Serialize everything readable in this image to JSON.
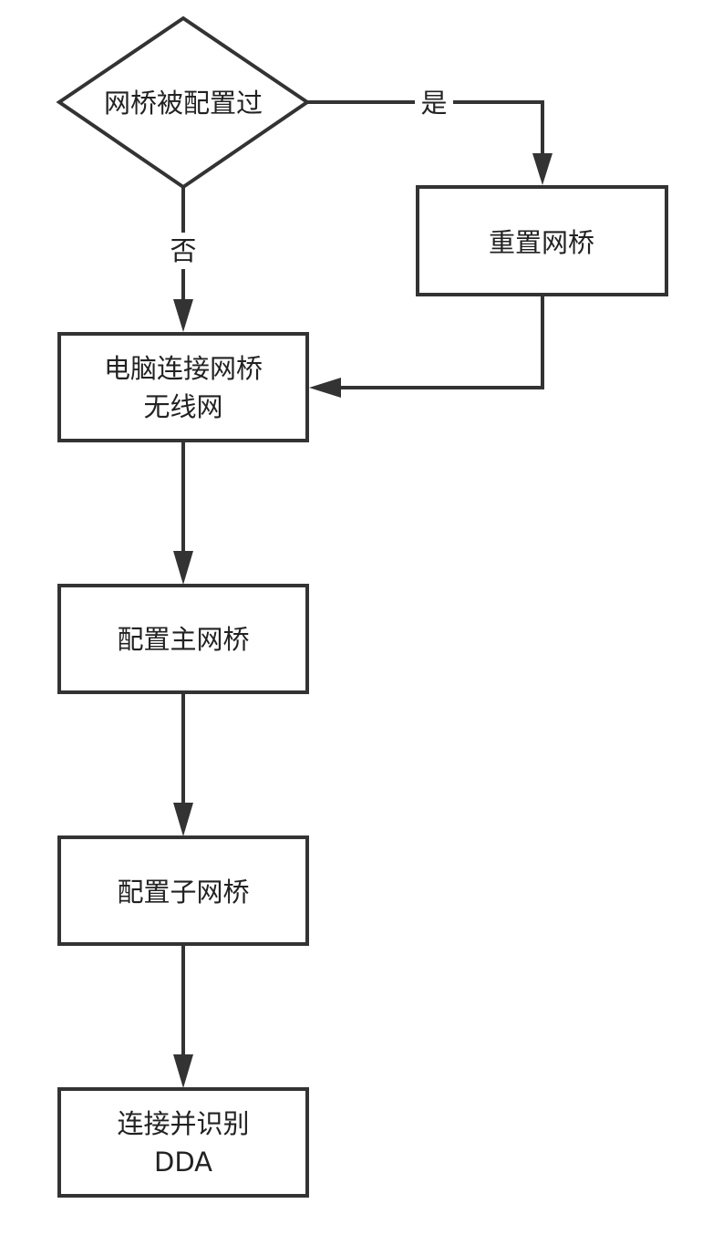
{
  "nodes": {
    "decision": {
      "label": "网桥被配置过"
    },
    "reset": {
      "label": "重置网桥"
    },
    "connect_wifi": {
      "line1": "电脑连接网桥",
      "line2": "无线网"
    },
    "config_main": {
      "label": "配置主网桥"
    },
    "config_sub": {
      "label": "配置子网桥"
    },
    "connect_dda": {
      "line1": "连接并识别",
      "line2": "DDA"
    }
  },
  "edges": {
    "yes_label": "是",
    "no_label": "否"
  },
  "colors": {
    "stroke": "#333333",
    "text": "#222222",
    "background": "#ffffff"
  }
}
